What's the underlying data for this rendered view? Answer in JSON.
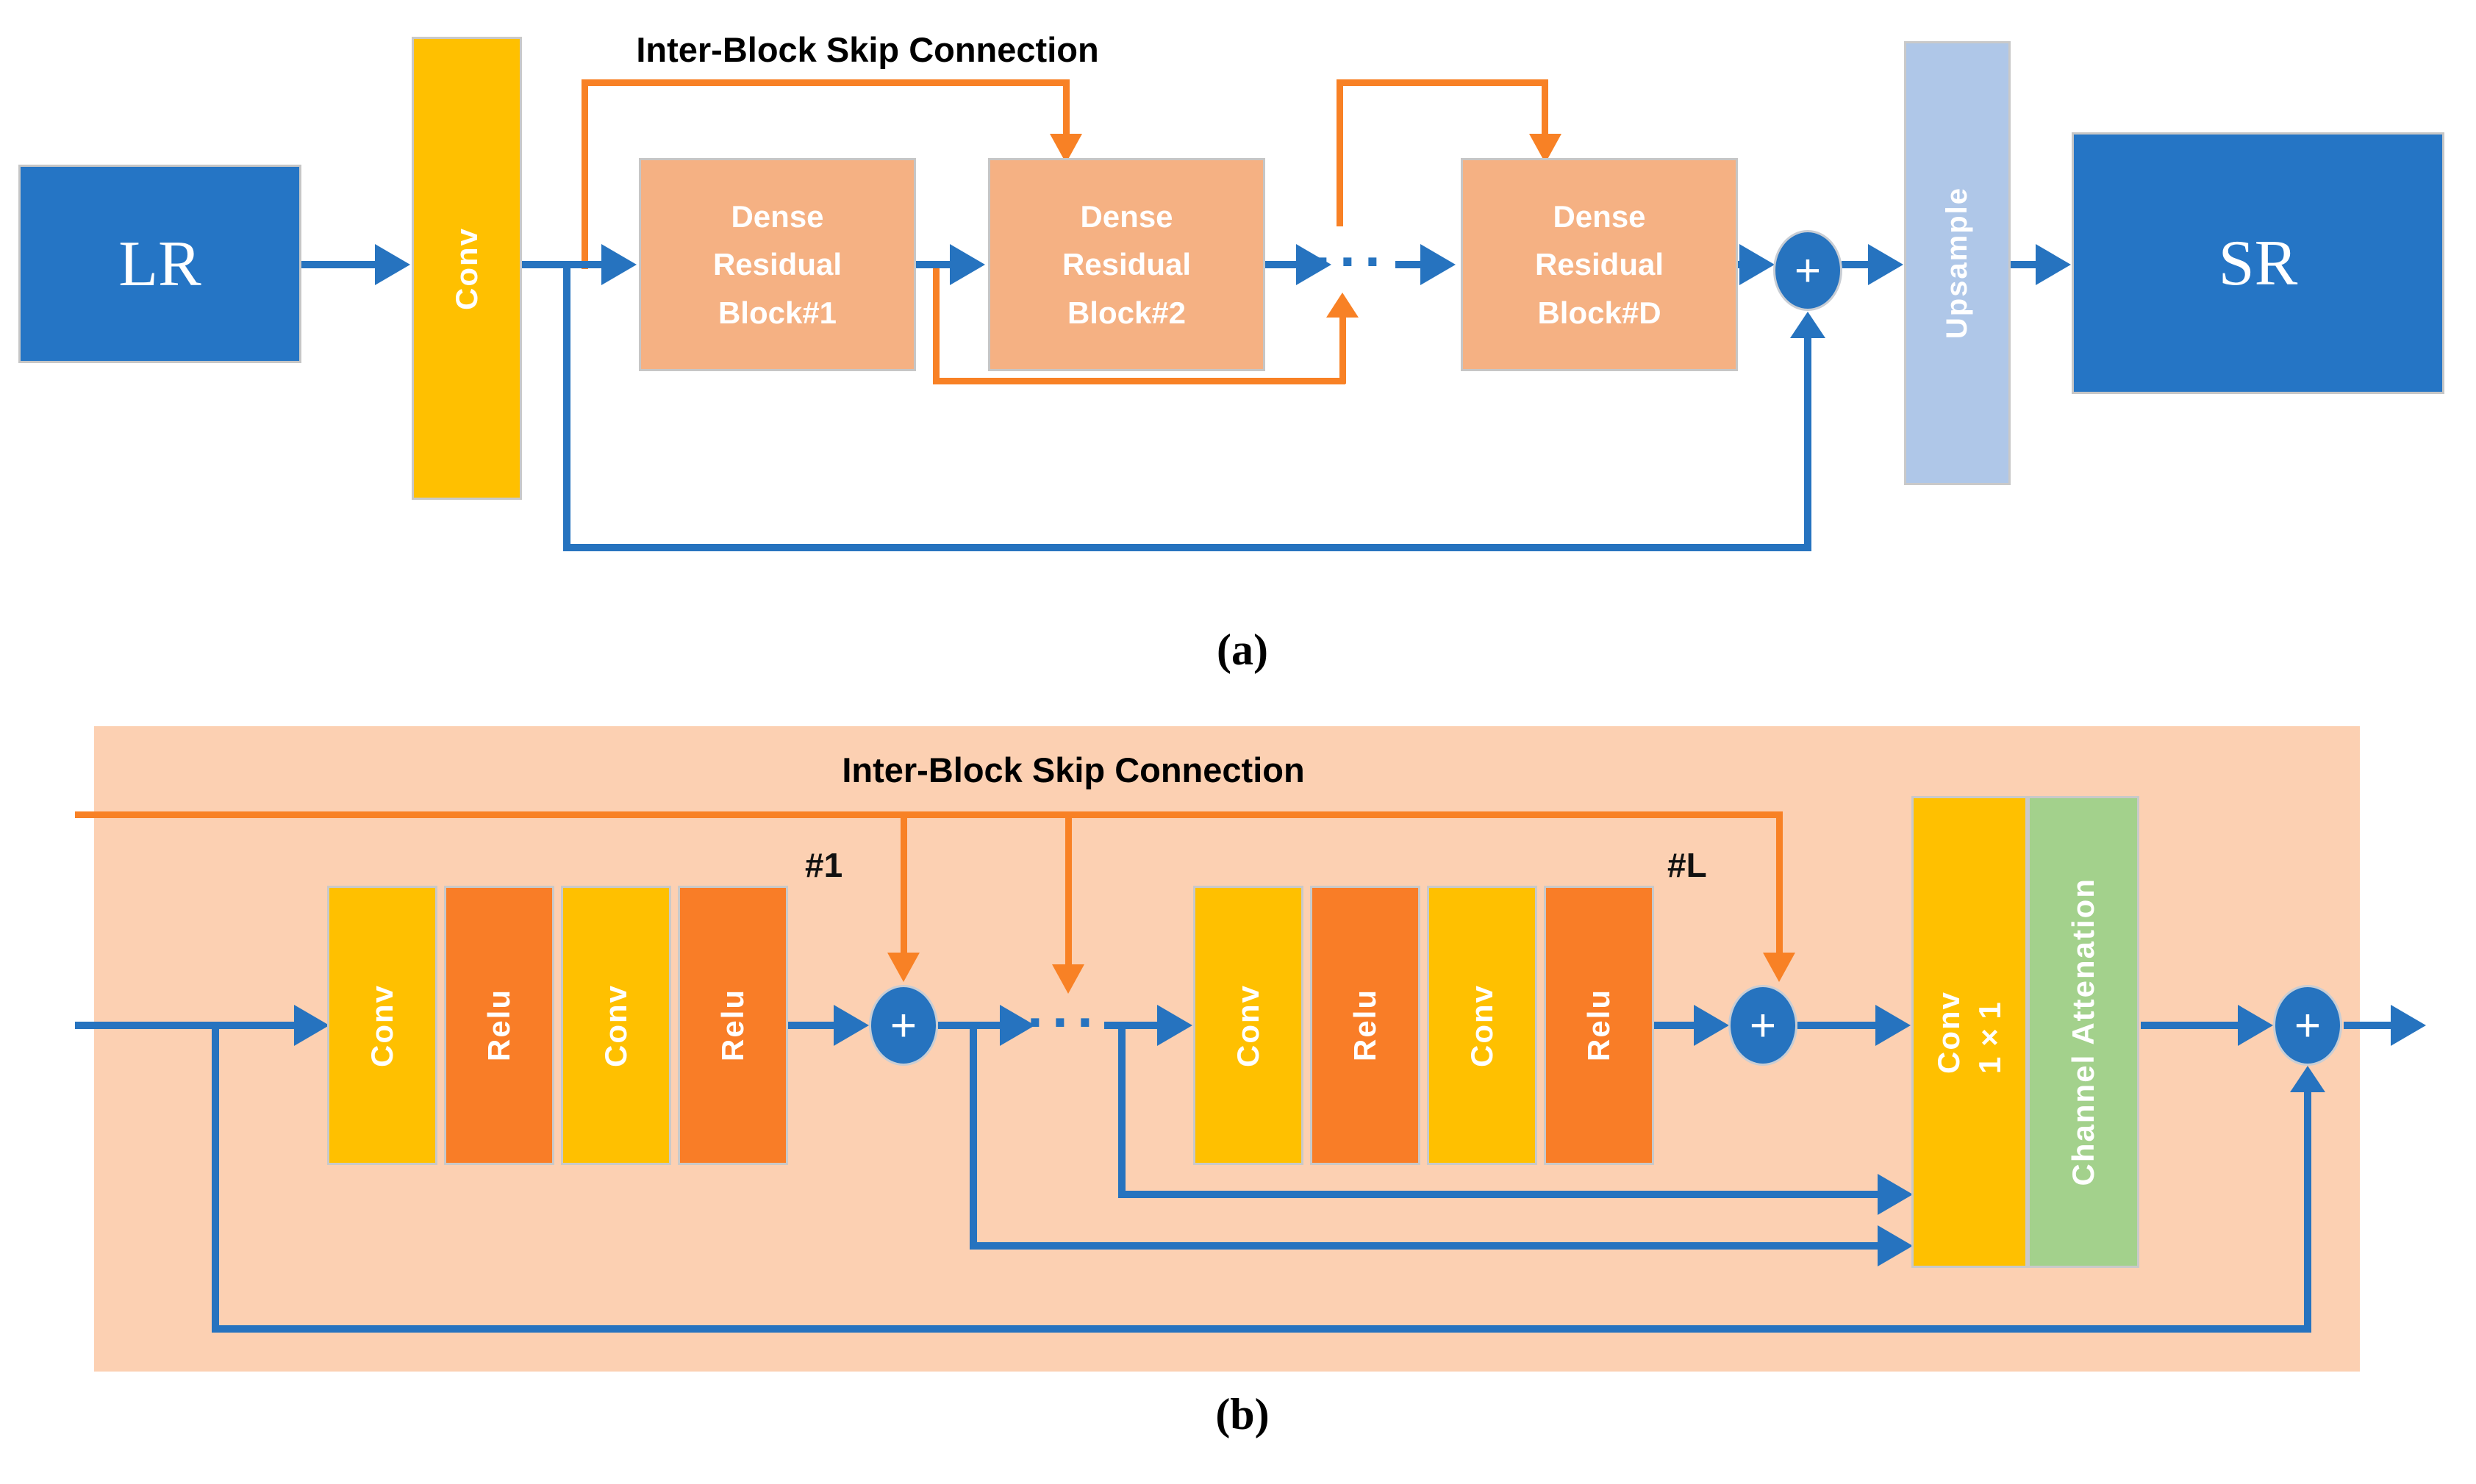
{
  "colors": {
    "arrow_blue": "#2673BF",
    "box_blue": "#2575C5",
    "gold": "#FFC000",
    "relu_orange": "#F97D27",
    "skip_orange": "#F88125",
    "dense_peach": "#F5B183",
    "background_peach": "#FCD0B2",
    "upsample_light_blue": "#AFC7E8",
    "attention_green": "#A3D18C"
  },
  "diagram_a": {
    "caption": "(a)",
    "skip_label": "Inter-Block Skip Connection",
    "lr": "LR",
    "conv": "Conv",
    "upsample": "Upsample",
    "sr": "SR",
    "dots": "···",
    "plus": "+",
    "blocks": [
      [
        "Dense",
        "Residual",
        "Block#1"
      ],
      [
        "Dense",
        "Residual",
        "Block#2"
      ],
      [
        "Dense",
        "Residual",
        "Block#D"
      ]
    ]
  },
  "diagram_b": {
    "caption": "(b)",
    "skip_label": "Inter-Block Skip Connection",
    "dots": "···",
    "plus": "+",
    "group1_tag": "#1",
    "groupL_tag": "#L",
    "group1_bars": [
      "Conv",
      "Relu",
      "Conv",
      "Relu"
    ],
    "groupL_bars": [
      "Conv",
      "Relu",
      "Conv",
      "Relu"
    ],
    "conv1x1": [
      "Conv",
      "1×1"
    ],
    "channel_attention": "Channel Attenation"
  }
}
